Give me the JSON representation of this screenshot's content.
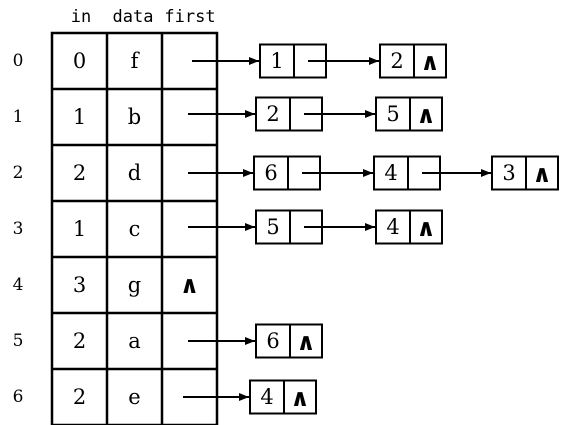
{
  "header": {
    "col_in": "in",
    "col_data": "data",
    "col_first": "first"
  },
  "null_symbol": "∧",
  "rows": [
    {
      "index": "0",
      "in": "0",
      "data": "f",
      "first_null": false,
      "nodes": [
        {
          "value": "1"
        },
        {
          "value": "2"
        }
      ]
    },
    {
      "index": "1",
      "in": "1",
      "data": "b",
      "first_null": false,
      "nodes": [
        {
          "value": "2"
        },
        {
          "value": "5"
        }
      ]
    },
    {
      "index": "2",
      "in": "2",
      "data": "d",
      "first_null": false,
      "nodes": [
        {
          "value": "6"
        },
        {
          "value": "4"
        },
        {
          "value": "3"
        }
      ]
    },
    {
      "index": "3",
      "in": "1",
      "data": "c",
      "first_null": false,
      "nodes": [
        {
          "value": "5"
        },
        {
          "value": "4"
        }
      ]
    },
    {
      "index": "4",
      "in": "3",
      "data": "g",
      "first_null": true,
      "nodes": []
    },
    {
      "index": "5",
      "in": "2",
      "data": "a",
      "first_null": false,
      "nodes": [
        {
          "value": "6"
        }
      ]
    },
    {
      "index": "6",
      "in": "2",
      "data": "e",
      "first_null": false,
      "nodes": [
        {
          "value": "4"
        }
      ]
    }
  ]
}
